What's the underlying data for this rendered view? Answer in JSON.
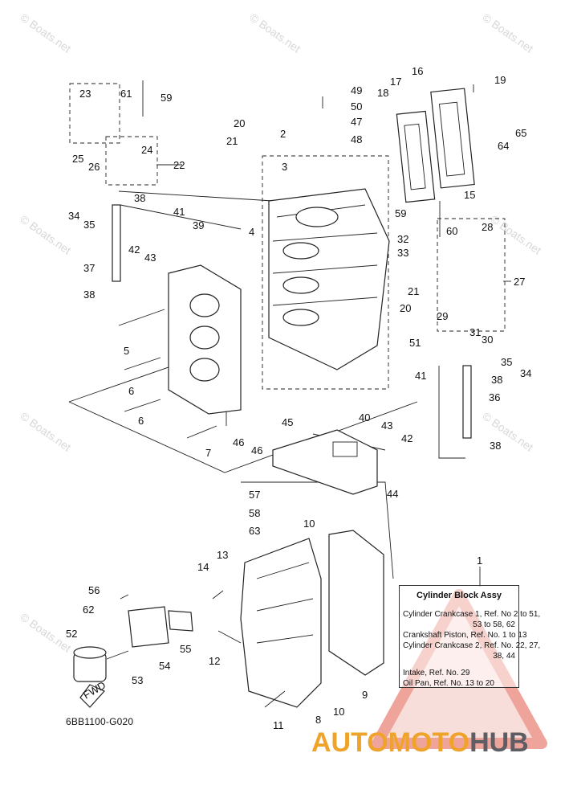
{
  "watermark": "© Boats.net",
  "callouts": [
    {
      "label": "23"
    },
    {
      "label": "61"
    },
    {
      "label": "59"
    },
    {
      "label": "25"
    },
    {
      "label": "26"
    },
    {
      "label": "24"
    },
    {
      "label": "22"
    },
    {
      "label": "38"
    },
    {
      "label": "34"
    },
    {
      "label": "35"
    },
    {
      "label": "37"
    },
    {
      "label": "38"
    },
    {
      "label": "41"
    },
    {
      "label": "39"
    },
    {
      "label": "42"
    },
    {
      "label": "43"
    },
    {
      "label": "4"
    },
    {
      "label": "5"
    },
    {
      "label": "6"
    },
    {
      "label": "6"
    },
    {
      "label": "7"
    },
    {
      "label": "46"
    },
    {
      "label": "46"
    },
    {
      "label": "45"
    },
    {
      "label": "20"
    },
    {
      "label": "21"
    },
    {
      "label": "2"
    },
    {
      "label": "3"
    },
    {
      "label": "49"
    },
    {
      "label": "50"
    },
    {
      "label": "47"
    },
    {
      "label": "48"
    },
    {
      "label": "17"
    },
    {
      "label": "16"
    },
    {
      "label": "18"
    },
    {
      "label": "19"
    },
    {
      "label": "65"
    },
    {
      "label": "64"
    },
    {
      "label": "15"
    },
    {
      "label": "59"
    },
    {
      "label": "32"
    },
    {
      "label": "33"
    },
    {
      "label": "60"
    },
    {
      "label": "28"
    },
    {
      "label": "27"
    },
    {
      "label": "21"
    },
    {
      "label": "20"
    },
    {
      "label": "29"
    },
    {
      "label": "31"
    },
    {
      "label": "30"
    },
    {
      "label": "35"
    },
    {
      "label": "34"
    },
    {
      "label": "51"
    },
    {
      "label": "38"
    },
    {
      "label": "36"
    },
    {
      "label": "41"
    },
    {
      "label": "40"
    },
    {
      "label": "43"
    },
    {
      "label": "42"
    },
    {
      "label": "38"
    },
    {
      "label": "44"
    },
    {
      "label": "57"
    },
    {
      "label": "58"
    },
    {
      "label": "63"
    },
    {
      "label": "10"
    },
    {
      "label": "13"
    },
    {
      "label": "14"
    },
    {
      "label": "56"
    },
    {
      "label": "62"
    },
    {
      "label": "52"
    },
    {
      "label": "55"
    },
    {
      "label": "54"
    },
    {
      "label": "53"
    },
    {
      "label": "12"
    },
    {
      "label": "8"
    },
    {
      "label": "10"
    },
    {
      "label": "11"
    },
    {
      "label": "9"
    },
    {
      "label": "1"
    }
  ],
  "legend": {
    "title": "Cylinder Block Assy",
    "lines": [
      "Cylinder Crankcase 1,  Ref. No 2 to 51,",
      "53  to  58, 62",
      "Crankshaft Piston,  Ref. No. 1  to  13",
      "Cylinder Crankcase 2,  Ref. No.  22, 27,",
      "38, 44",
      "Intake,  Ref. No.  29",
      "Oil Pan,  Ref. No.  13 to  20"
    ]
  },
  "fwd_label": "FWD",
  "diagram_code": "6BB1100-G020",
  "brand": {
    "part1": "AUTOMOTO",
    "part2": "HUB"
  },
  "colors": {
    "brand_orange": "#f0a32a",
    "brand_gray": "#5d5d63",
    "triangle_red": "#e25a4a",
    "triangle_fill": "#f3c4bd"
  }
}
